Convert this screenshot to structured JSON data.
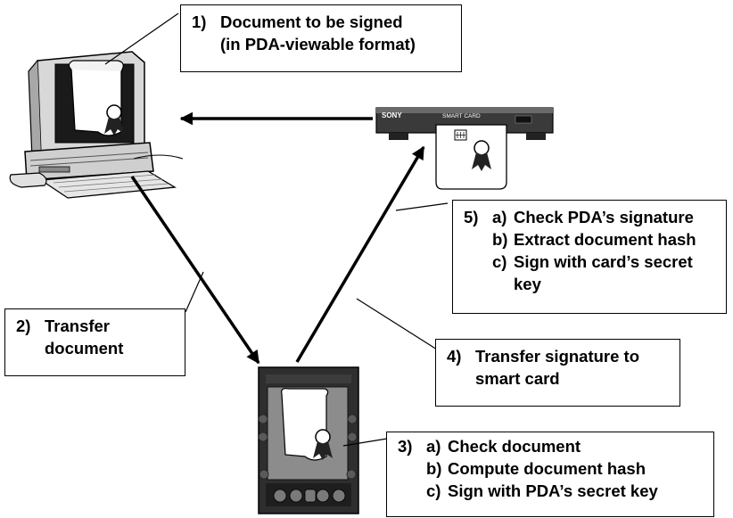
{
  "steps": {
    "s1": {
      "num": "1)",
      "line1": "Document to be signed",
      "line2": "(in PDA-viewable format)"
    },
    "s2": {
      "num": "2)",
      "line1": "Transfer",
      "line2": "document"
    },
    "s3": {
      "num": "3)",
      "a_letter": "a)",
      "a": "Check document",
      "b_letter": "b)",
      "b": "Compute document hash",
      "c_letter": "c)",
      "c": "Sign with PDA’s secret key"
    },
    "s4": {
      "num": "4)",
      "line1": "Transfer signature to",
      "line2": "smart card"
    },
    "s5": {
      "num": "5)",
      "a_letter": "a)",
      "a": "Check PDA’s signature",
      "b_letter": "b)",
      "b": "Extract document hash",
      "c_letter": "c)",
      "c": "Sign with card’s secret",
      "c2": "key"
    }
  },
  "device_text": {
    "reader_brand": "SONY",
    "reader_model": "SMART CARD"
  },
  "icons": {
    "computer": "desktop-computer-icon",
    "reader": "smart-card-reader-icon",
    "card": "smart-card-icon",
    "pda": "pda-icon",
    "document": "document-scroll-icon",
    "seal": "ribbon-seal-icon"
  }
}
